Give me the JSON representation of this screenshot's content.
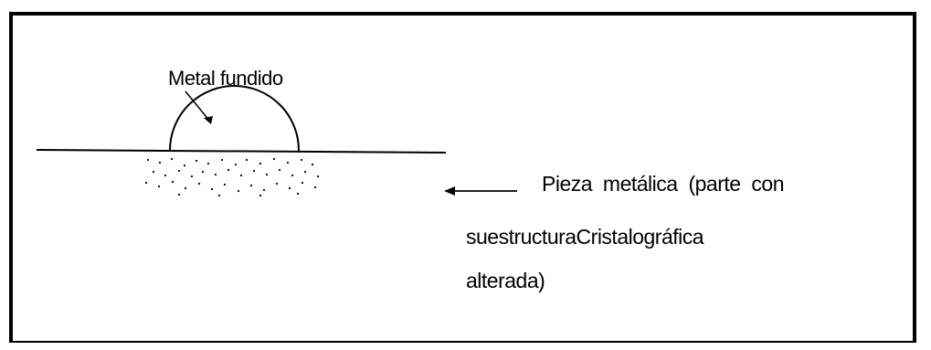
{
  "labels": {
    "metal": "Metal fundido",
    "pieza_line1": "Pieza metálica (parte con",
    "pieza_line2": "suestructuraCristalográfica",
    "pieza_line3": "alterada)"
  },
  "colors": {
    "ink": "#000000",
    "background": "#ffffff"
  }
}
